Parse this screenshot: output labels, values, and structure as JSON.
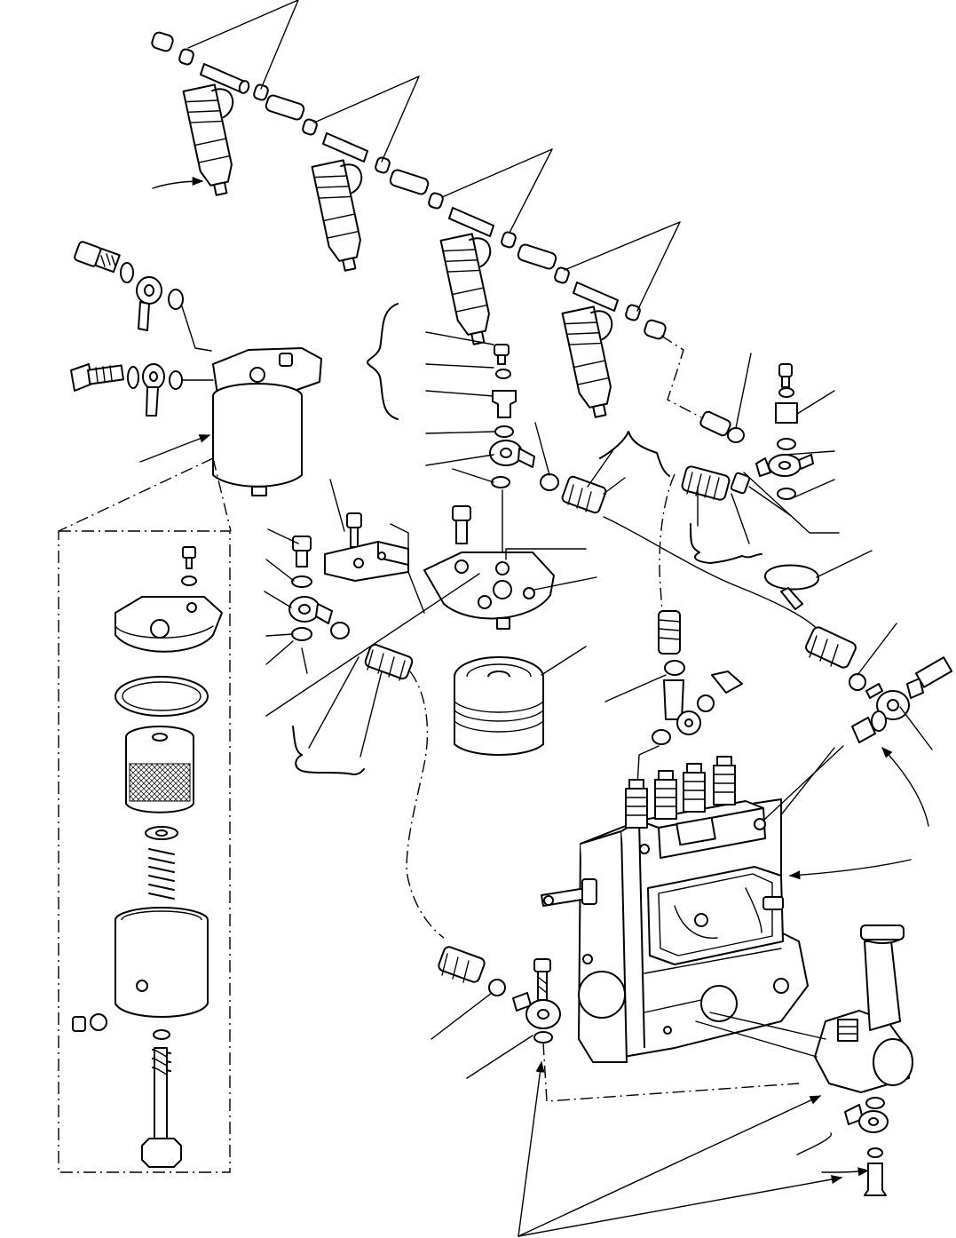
{
  "diagram": {
    "kind": "exploded parts view",
    "labels_printed": false,
    "icons": [
      "arrow-leader",
      "brace-group"
    ]
  }
}
